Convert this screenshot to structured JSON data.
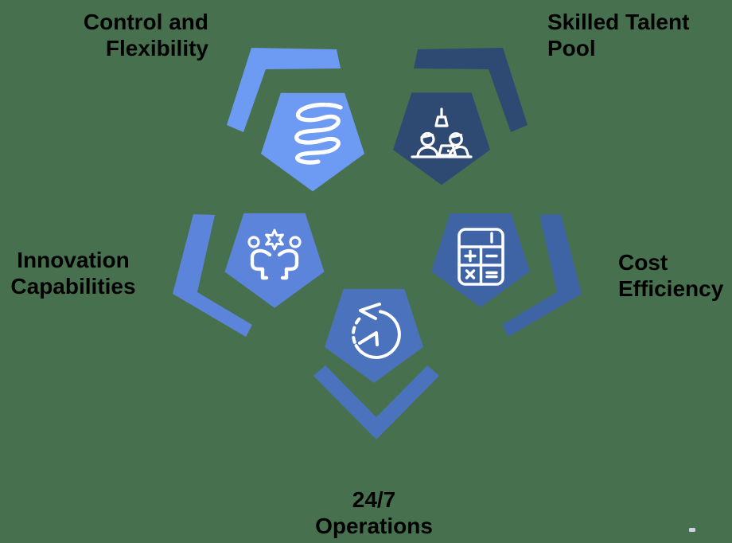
{
  "colors": {
    "background": "#47714E",
    "text": "#000000",
    "icon_stroke": "#FFFFFF",
    "speck": "#CDD4DE"
  },
  "clusters": [
    {
      "name": "control-and-flexibility",
      "label": "Control and\nFlexibility",
      "color": "#6D9AF2",
      "icon": "spring-coil-icon"
    },
    {
      "name": "skilled-talent-pool",
      "label": "Skilled Talent\nPool",
      "color": "#2E4A72",
      "icon": "team-at-desk-icon"
    },
    {
      "name": "innovation-capabilities",
      "label": "Innovation\nCapabilities",
      "color": "#5B84DA",
      "icon": "collaboration-star-icon"
    },
    {
      "name": "cost-efficiency",
      "label": "Cost\nEfficiency",
      "color": "#3E64A6",
      "icon": "calculator-icon"
    },
    {
      "name": "24-7-operations",
      "label": "24/7\nOperations",
      "color": "#4B73BD",
      "icon": "history-clock-icon"
    }
  ]
}
